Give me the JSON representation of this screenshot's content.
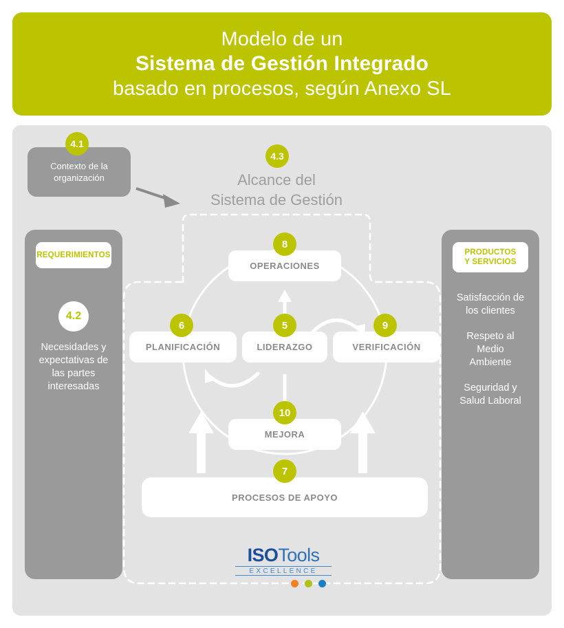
{
  "header": {
    "line1": "Modelo de un",
    "line2": "Sistema de Gestión Integrado",
    "line3": "basado en procesos, según Anexo SL"
  },
  "context_box": {
    "badge": "4.1",
    "label": "Contexto de la\norganización"
  },
  "scope": {
    "badge": "4.3",
    "line1": "Alcance del",
    "line2": "Sistema de Gestión"
  },
  "left_column": {
    "pill": "REQUERIMIENTOS",
    "badge": "4.2",
    "body": "Necesidades y\nexpectativas de\nlas partes\ninteresadas"
  },
  "right_column": {
    "pill_line1": "PRODUCTOS",
    "pill_line2": "Y SERVICIOS",
    "items": [
      "Satisfacción de\nlos clientes",
      "Respeto al\nMedio\nAmbiente",
      "Seguridad y\nSalud Laboral"
    ]
  },
  "cycle": {
    "operaciones": {
      "badge": "8",
      "label": "OPERACIONES"
    },
    "planificacion": {
      "badge": "6",
      "label": "PLANIFICACIÓN"
    },
    "liderazgo": {
      "badge": "5",
      "label": "LIDERAZGO"
    },
    "verificacion": {
      "badge": "9",
      "label": "VERIFICACIÓN"
    },
    "mejora": {
      "badge": "10",
      "label": "MEJORA"
    },
    "apoyo": {
      "badge": "7",
      "label": "PROCESOS DE APOYO"
    }
  },
  "logo": {
    "iso": "ISO",
    "tools": "Tools",
    "excellence": "EXCELLENCE",
    "dot_colors": [
      "#f08020",
      "#b0c117",
      "#1b7fc4"
    ]
  },
  "colors": {
    "brand_green": "#bcc400",
    "panel_bg": "#e3e3e3",
    "grey_block": "#9a9a9a",
    "text_grey": "#8a8a8a",
    "logo_blue": "#2b72b8"
  }
}
